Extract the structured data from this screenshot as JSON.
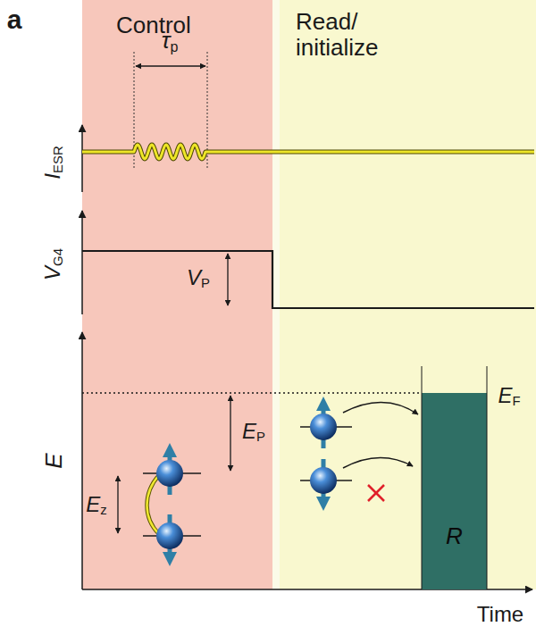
{
  "diagram": {
    "nodes": [
      {
        "text": [
          "Control"
        ]
      },
      {
        "text": [
          "Read/ initialize"
        ]
      },
      {
        "text": [
          "R"
        ],
        "in": 1
      }
    ],
    "labels": [
      "a",
      "τp",
      "IESR",
      "VG4",
      "VP",
      "EP",
      "Ez",
      "EF",
      "E",
      "Time"
    ]
  }
}
